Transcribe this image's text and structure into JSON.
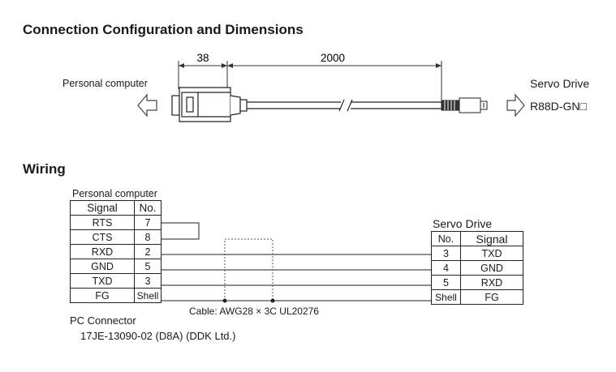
{
  "sections": {
    "config_title": "Connection Configuration and Dimensions",
    "wiring_title": "Wiring"
  },
  "dimensions": {
    "connector_length": "38",
    "cable_length": "2000"
  },
  "devices": {
    "left_label": "Personal computer",
    "right_label": "Servo Drive",
    "right_model": "R88D-GN□"
  },
  "wiring": {
    "pc_caption": "Personal computer",
    "pc_headers": {
      "signal": "Signal",
      "no": "No."
    },
    "pc_rows": [
      {
        "signal": "RTS",
        "no": "7"
      },
      {
        "signal": "CTS",
        "no": "8"
      },
      {
        "signal": "RXD",
        "no": "2"
      },
      {
        "signal": "GND",
        "no": "5"
      },
      {
        "signal": "TXD",
        "no": "3"
      },
      {
        "signal": "FG",
        "no": "Shell"
      }
    ],
    "servo_caption": "Servo Drive",
    "servo_headers": {
      "no": "No.",
      "signal": "Signal"
    },
    "servo_rows": [
      {
        "no": "3",
        "signal": "TXD"
      },
      {
        "no": "4",
        "signal": "GND"
      },
      {
        "no": "5",
        "signal": "RXD"
      },
      {
        "no": "Shell",
        "signal": "FG"
      }
    ],
    "cable_label": "Cable: AWG28 × 3C  UL20276",
    "connector_caption": "PC Connector",
    "connector_model": "17JE-13090-02 (D8A) (DDK Ltd.)"
  }
}
